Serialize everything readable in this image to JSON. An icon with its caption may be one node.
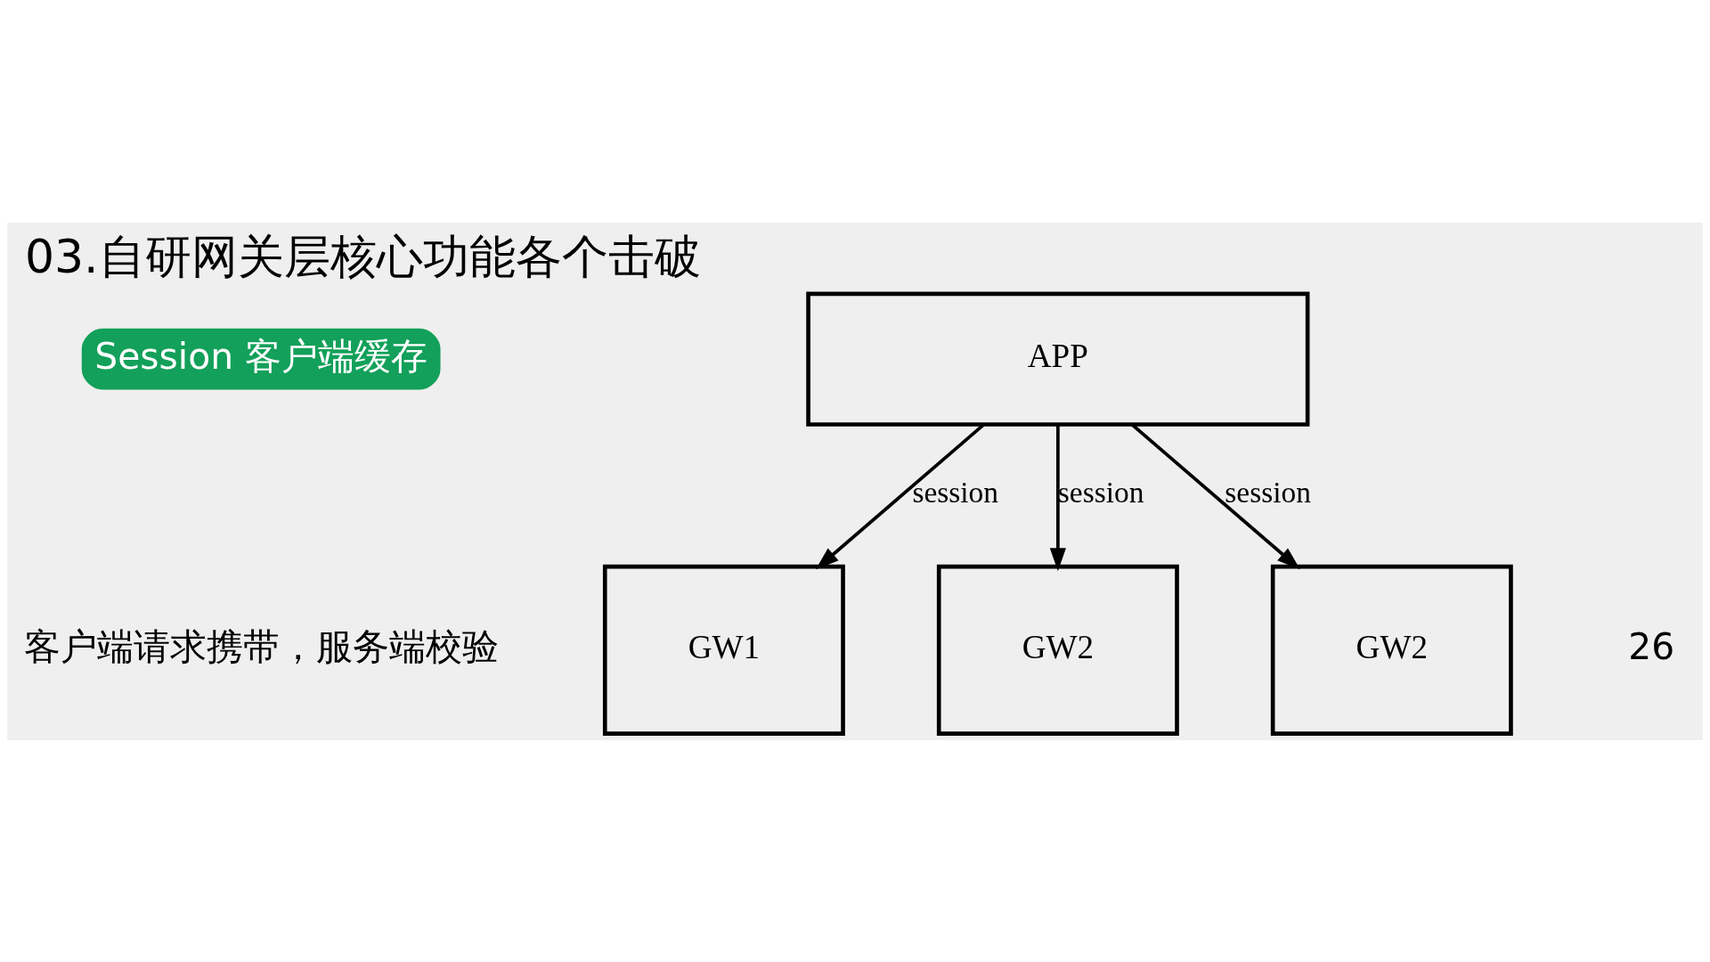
{
  "diagram": {
    "title": "03.自研网关层核心功能各个击破",
    "nodes": [
      {
        "text": [
          "Session 客户端缓存"
        ]
      },
      {
        "text": [
          "APP"
        ]
      },
      {
        "text": [
          "GW1"
        ]
      },
      {
        "text": [
          "GW2"
        ]
      },
      {
        "text": [
          "GW2"
        ]
      }
    ],
    "edges": [
      {
        "from": 1,
        "to": 2,
        "arrow": "to",
        "label": "session"
      },
      {
        "from": 1,
        "to": 3,
        "arrow": "to",
        "label": "session"
      },
      {
        "from": 1,
        "to": 4,
        "arrow": "to",
        "label": "session"
      }
    ],
    "labels": [
      "客户端请求携带，服务端校验",
      "26"
    ]
  }
}
